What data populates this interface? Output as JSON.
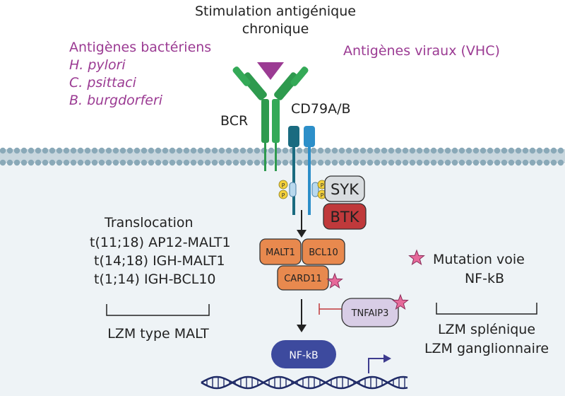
{
  "title": {
    "line1": "Stimulation antigénique",
    "line2": "chronique"
  },
  "bacterial": {
    "heading": "Antigènes bactériens",
    "species": [
      "H. pylori",
      "C. psittaci",
      "B. burgdorferi"
    ]
  },
  "viral": {
    "heading": "Antigènes viraux (VHC)"
  },
  "receptor": {
    "bcr_label": "BCR",
    "cd79_label": "CD79A/B"
  },
  "kinases": {
    "syk": "SYK",
    "btk": "BTK",
    "phospho": "P"
  },
  "translocation": {
    "heading": "Translocation",
    "lines": [
      "t(11;18) AP12-MALT1",
      "t(14;18) IGH-MALT1",
      "t(1;14) IGH-BCL10"
    ],
    "group_label": "LZM type MALT"
  },
  "complex": {
    "malt1": "MALT1",
    "bcl10": "BCL10",
    "card11": "CARD11"
  },
  "inhibitor": {
    "tnfaip3": "TNFAIP3"
  },
  "nfkb": {
    "label": "NF-kB"
  },
  "mutation": {
    "line1": "Mutation voie",
    "line2": "NF-kB",
    "group_line1": "LZM splénique",
    "group_line2": "LZM ganglionnaire"
  },
  "colors": {
    "antigen_purple": "#9b3b93",
    "bcr_green": "#2e9a4e",
    "cd79_dark": "#1a6b80",
    "cd79_light": "#2d8fc9",
    "btk_red": "#c0393b",
    "syk_grey": "#d9dde0",
    "complex_orange": "#e8894e",
    "tnfaip3_lavender": "#d8cde6",
    "nfkb_indigo": "#3d4a9e",
    "star_pink": "#e6699a",
    "inhibit_red": "#c0393b",
    "cytoplasm": "#eef3f6"
  }
}
